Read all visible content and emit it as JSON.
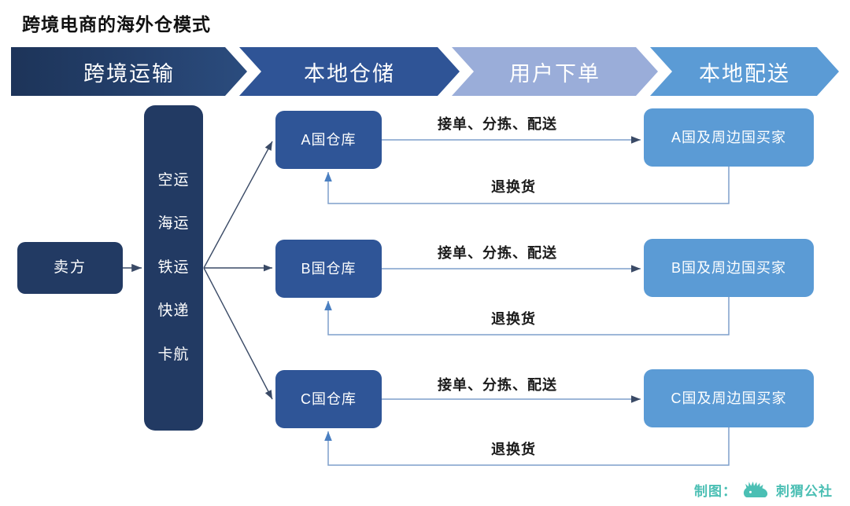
{
  "title": "跨境电商的海外仓模式",
  "banner": {
    "stages": [
      {
        "label": "跨境运输",
        "color": "#1d3459"
      },
      {
        "label": "本地仓储",
        "color": "#2f5496"
      },
      {
        "label": "用户下单",
        "color": "#9aadd9"
      },
      {
        "label": "本地配送",
        "color": "#5b9bd5"
      }
    ]
  },
  "nodes": {
    "seller": {
      "label": "卖方",
      "color": "#223a63"
    },
    "transport": {
      "color": "#223a63",
      "modes": [
        "空运",
        "海运",
        "铁运",
        "快递",
        "卡航"
      ]
    },
    "warehouses": [
      {
        "label": "A国仓库",
        "color": "#2f5597"
      },
      {
        "label": "B国仓库",
        "color": "#2f5597"
      },
      {
        "label": "C国仓库",
        "color": "#2f5597"
      }
    ],
    "buyers": [
      {
        "label": "A国及周边国买家",
        "color": "#5b9bd5"
      },
      {
        "label": "B国及周边国买家",
        "color": "#5b9bd5"
      },
      {
        "label": "C国及周边国买家",
        "color": "#5b9bd5"
      }
    ]
  },
  "edges": {
    "forward_label": "接单、分拣、配送",
    "return_label": "退换货",
    "rows": [
      {
        "forward": "接单、分拣、配送",
        "return": "退换货"
      },
      {
        "forward": "接单、分拣、配送",
        "return": "退换货"
      },
      {
        "forward": "接单、分拣、配送",
        "return": "退换货"
      }
    ]
  },
  "credit": {
    "prefix": "制图：",
    "brand": "刺猬公社",
    "color": "#4bbfb4",
    "logo": "hedgehog-icon"
  }
}
